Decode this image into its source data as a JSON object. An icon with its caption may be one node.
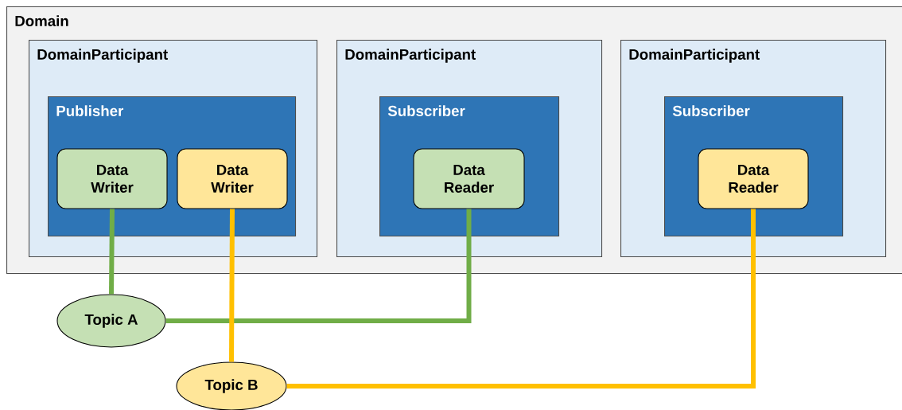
{
  "diagram": {
    "nodes": [
      {
        "text": [
          "Domain"
        ]
      },
      {
        "text": [
          "DomainParticipant"
        ],
        "in": 0
      },
      {
        "text": [
          "Publisher"
        ],
        "in": 1
      },
      {
        "text": [
          "Data Writer"
        ],
        "in": 2
      },
      {
        "text": [
          "Data Writer"
        ],
        "in": 2
      },
      {
        "text": [
          "DomainParticipant"
        ],
        "in": 0
      },
      {
        "text": [
          "Subscriber"
        ],
        "in": 5
      },
      {
        "text": [
          "Data Reader"
        ],
        "in": 6
      },
      {
        "text": [
          "DomainParticipant"
        ],
        "in": 0
      },
      {
        "text": [
          "Subscriber"
        ],
        "in": 8
      },
      {
        "text": [
          "Data Reader"
        ],
        "in": 9
      },
      {
        "text": [
          "Topic A"
        ]
      },
      {
        "text": [
          "Topic B"
        ]
      }
    ],
    "edges": [
      {
        "from": 3,
        "to": 11,
        "arrow": "none",
        "color": "#70ad47"
      },
      {
        "from": 11,
        "to": 7,
        "arrow": "none",
        "color": "#70ad47"
      },
      {
        "from": 4,
        "to": 12,
        "arrow": "none",
        "color": "#ffc000"
      },
      {
        "from": 12,
        "to": 10,
        "arrow": "none",
        "color": "#ffc000"
      }
    ]
  }
}
